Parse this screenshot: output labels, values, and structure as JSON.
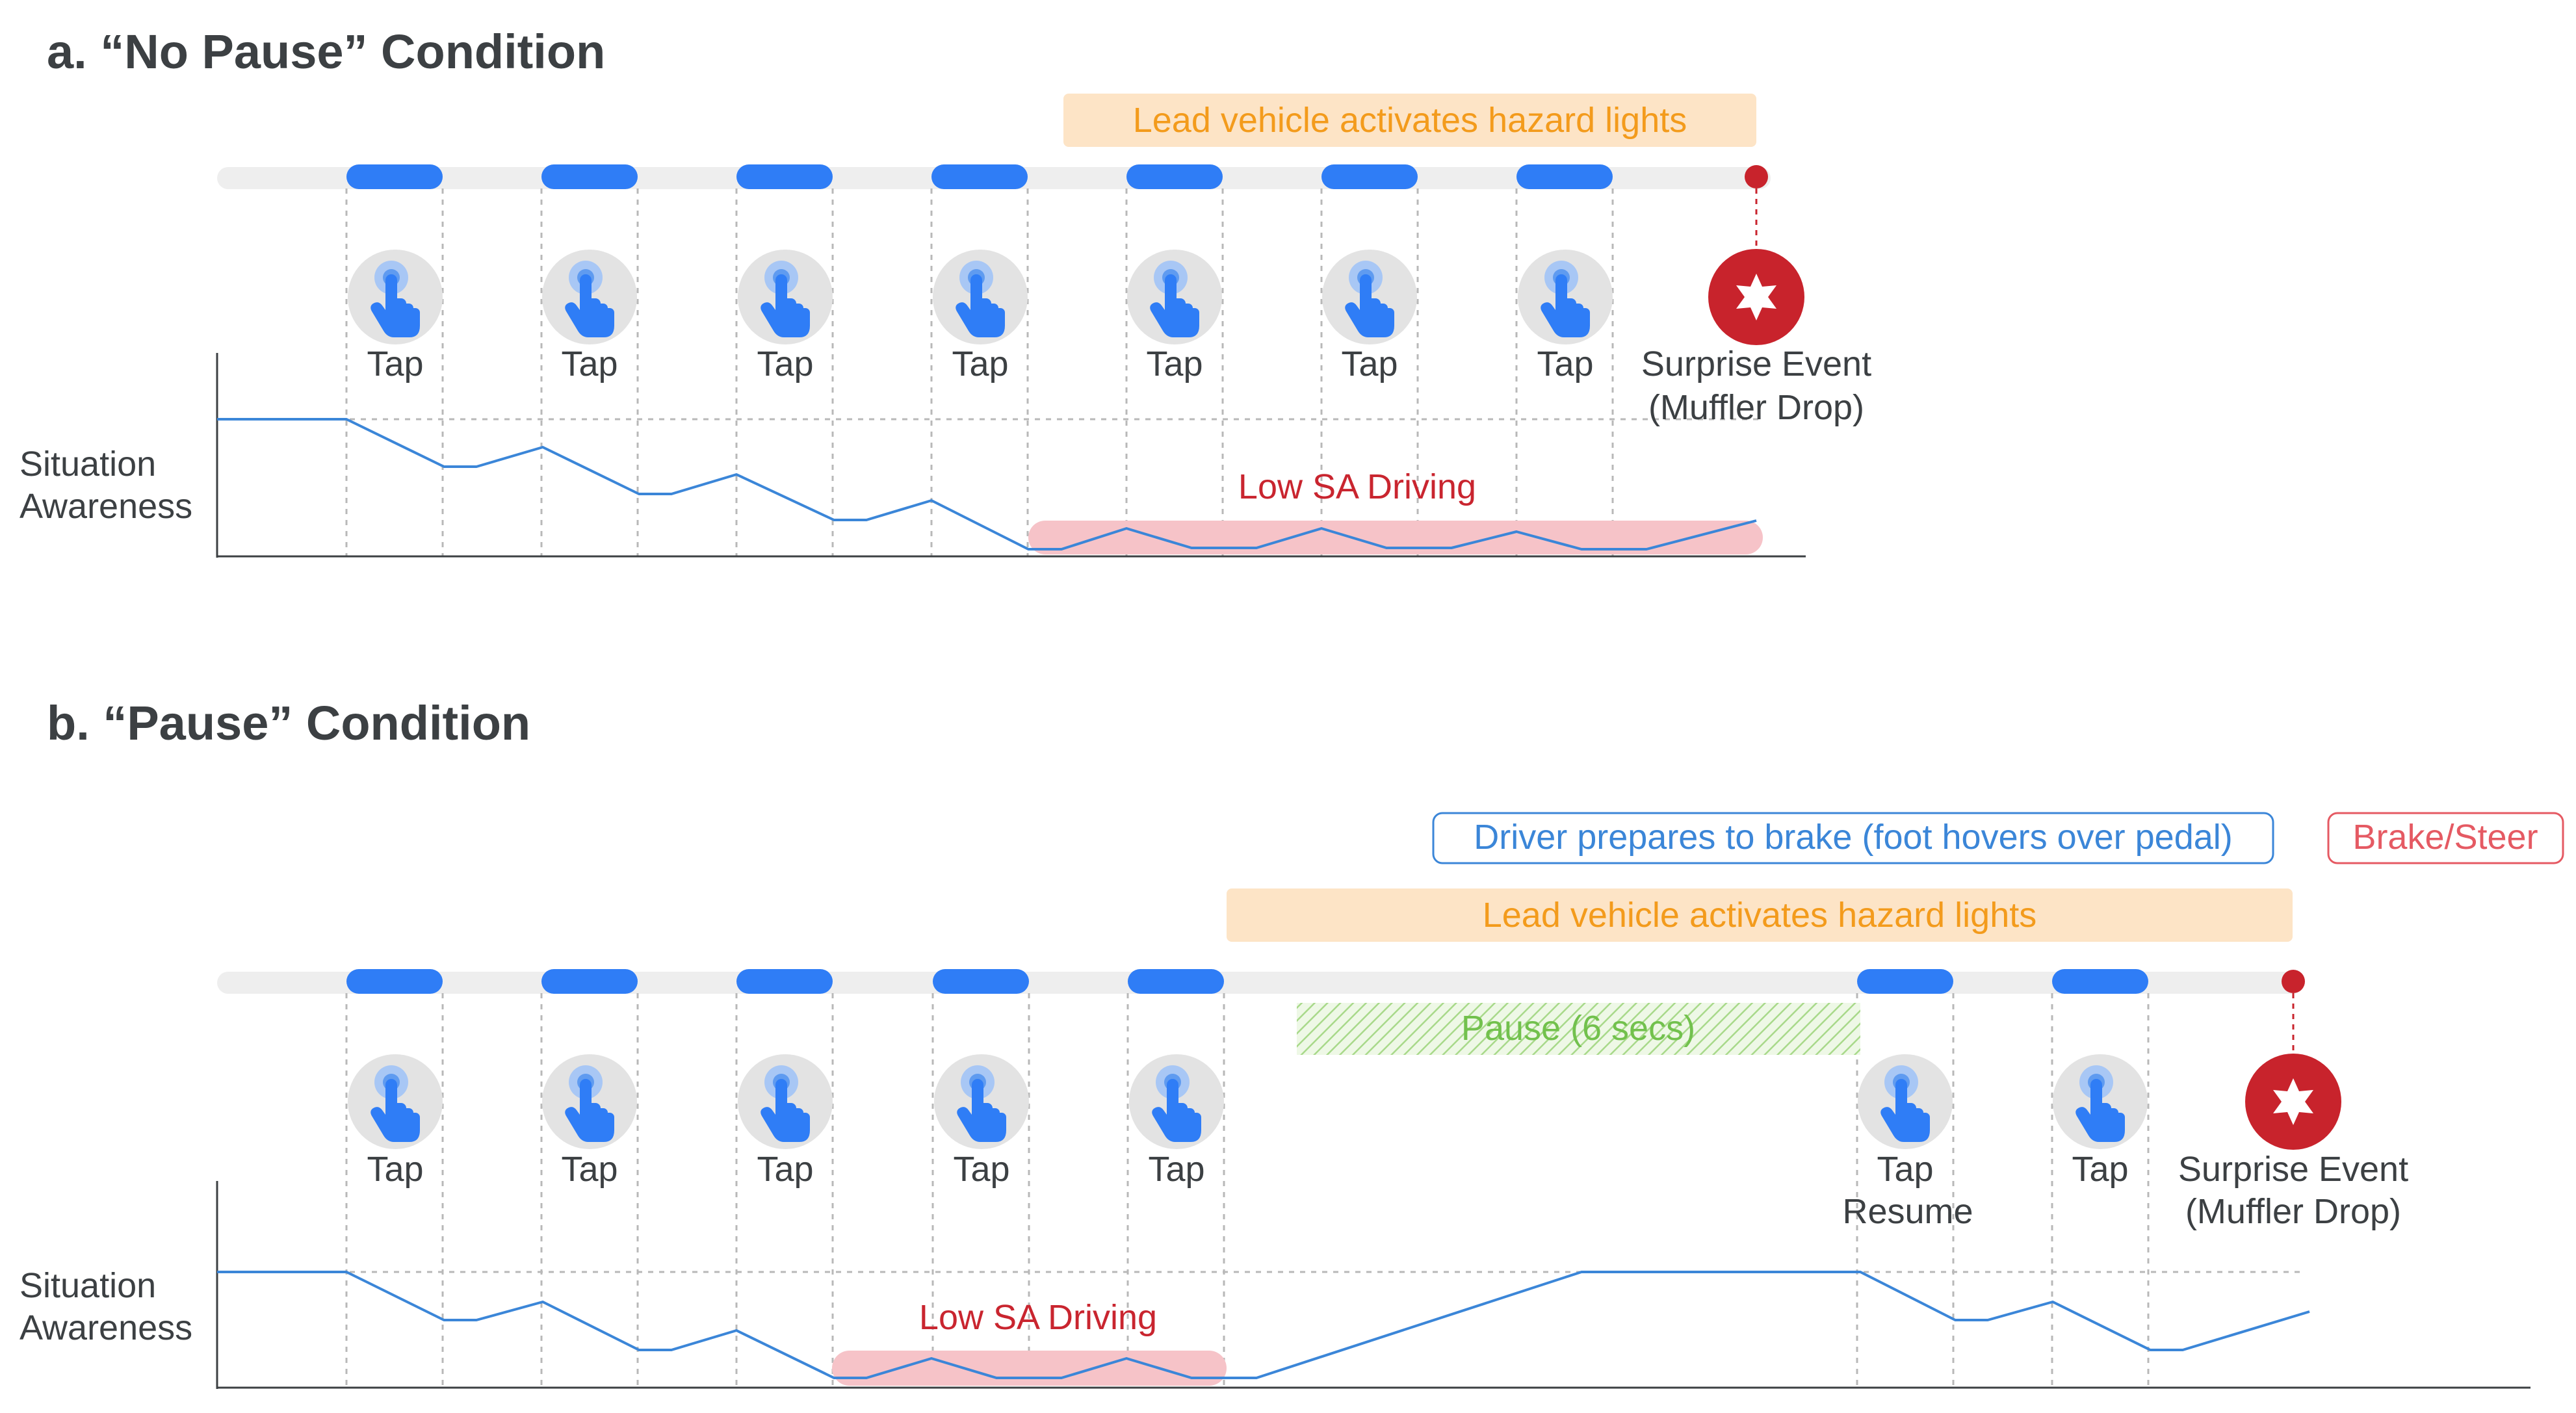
{
  "panels": [
    {
      "id": "a",
      "heading": "a. “No Pause” Condition",
      "hazard_label": "Lead vehicle activates hazard lights",
      "low_sa_label": "Low SA Driving",
      "y_label": [
        "Situation",
        "Awareness"
      ],
      "taps": [
        {
          "label": [
            "Tap"
          ]
        },
        {
          "label": [
            "Tap"
          ]
        },
        {
          "label": [
            "Tap"
          ]
        },
        {
          "label": [
            "Tap"
          ]
        },
        {
          "label": [
            "Tap"
          ]
        },
        {
          "label": [
            "Tap"
          ]
        },
        {
          "label": [
            "Tap"
          ]
        }
      ],
      "event_label": [
        "Surprise Event",
        "(Muffler Drop)"
      ]
    },
    {
      "id": "b",
      "heading": "b. “Pause” Condition",
      "prepare_label": "Driver prepares to brake (foot hovers over pedal)",
      "brake_label": "Brake/Steer",
      "hazard_label": "Lead vehicle activates hazard lights",
      "pause_label": "Pause (6 secs)",
      "low_sa_label": "Low SA Driving",
      "y_label": [
        "Situation",
        "Awareness"
      ],
      "taps": [
        {
          "label": [
            "Tap"
          ]
        },
        {
          "label": [
            "Tap"
          ]
        },
        {
          "label": [
            "Tap"
          ]
        },
        {
          "label": [
            "Tap"
          ]
        },
        {
          "label": [
            "Tap"
          ]
        },
        {
          "label": [
            "Tap",
            "Resume"
          ]
        },
        {
          "label": [
            "Tap"
          ]
        }
      ],
      "event_label": [
        "Surprise Event",
        "(Muffler Drop)"
      ]
    }
  ],
  "colors": {
    "tap_blue": "#2f7df6",
    "line_blue": "#3b86d8",
    "orange_bg": "#fde4c6",
    "orange_text": "#f39b1c",
    "pink_bg": "#f6c3c8",
    "red_text": "#c9252f",
    "event_red": "#c8232c",
    "green_text": "#72c14d",
    "heading": "#3c4043"
  },
  "icons": {
    "tap": "tap-hand-icon",
    "event": "star-burst-icon"
  }
}
